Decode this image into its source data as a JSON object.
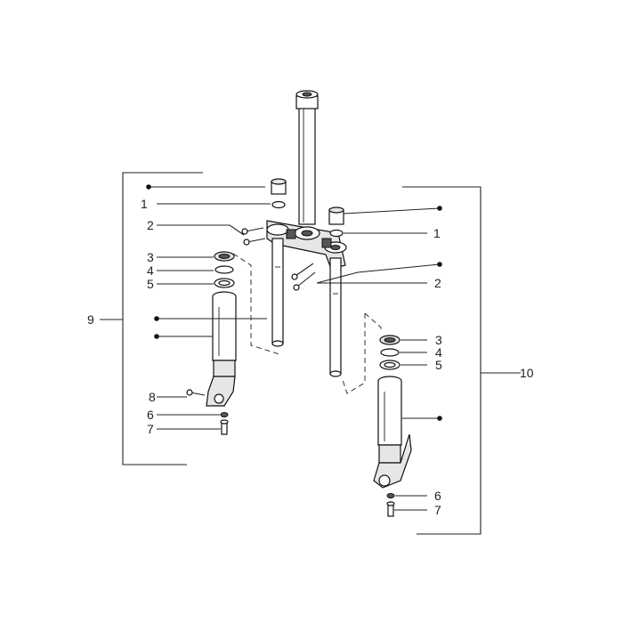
{
  "callouts": {
    "left_1": "1",
    "left_2": "2",
    "left_3": "3",
    "left_4": "4",
    "left_5": "5",
    "left_6": "6",
    "left_7": "7",
    "left_8": "8",
    "left_group": "9",
    "right_1": "1",
    "right_2": "2",
    "right_3": "3",
    "right_4": "4",
    "right_5": "5",
    "right_6": "6",
    "right_7": "7",
    "right_group": "10"
  }
}
